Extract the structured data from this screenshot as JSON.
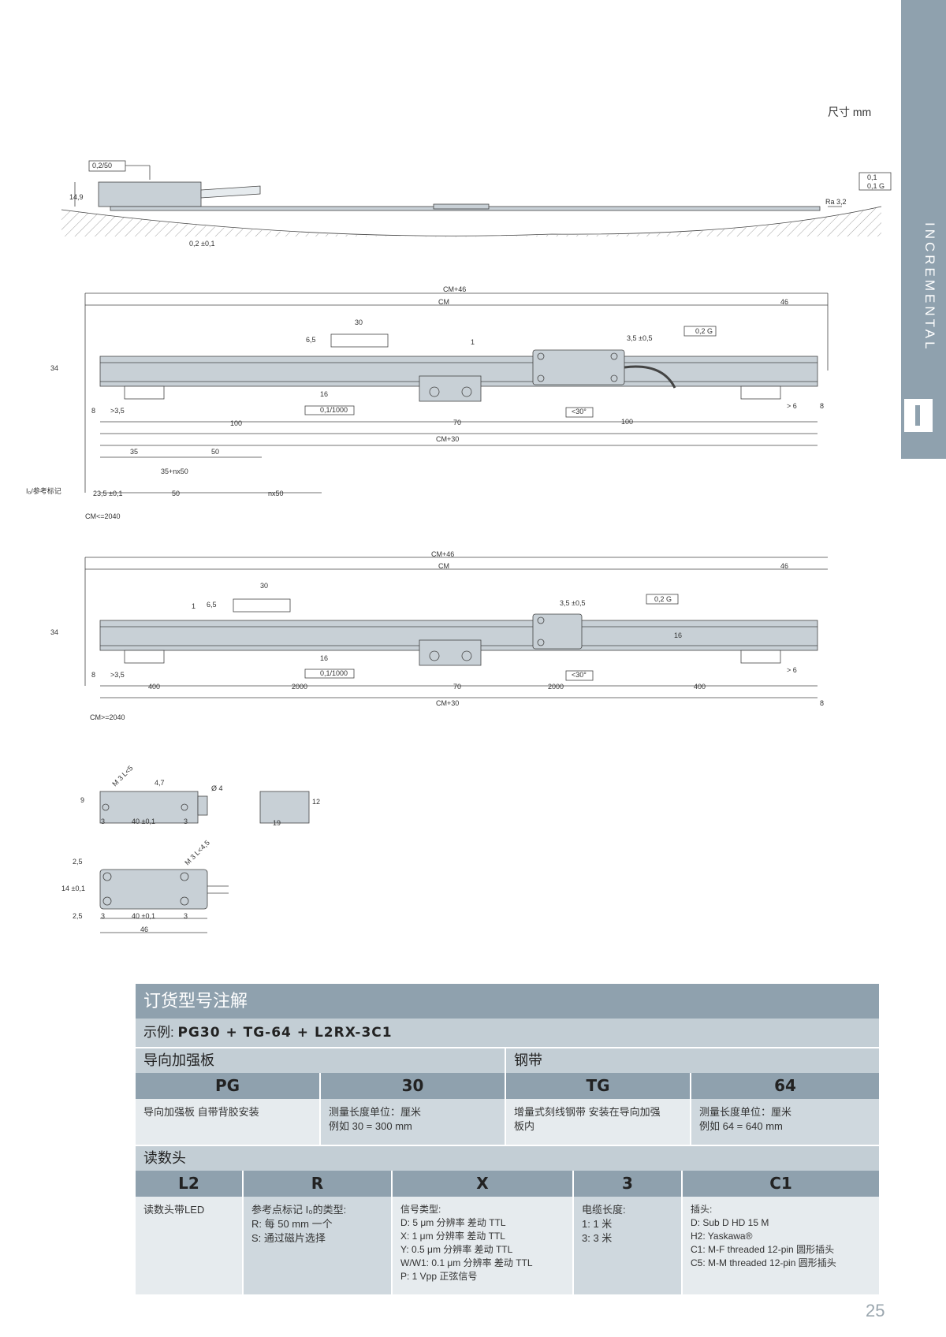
{
  "sidebar": {
    "label": "INCREMENTAL"
  },
  "unit_label": "尺寸 mm",
  "drawing_labels": {
    "flatness": "0,2/50",
    "h149": "14,9",
    "gap": "0,2 ±0,1",
    "tol1": "0,1",
    "tol2": "0,1 G",
    "ra": "Ra 3,2",
    "cm46": "CM+46",
    "cm": "CM",
    "d46": "46",
    "d30": "30",
    "d65": "6,5",
    "d1": "1",
    "d35tol": "3,5 ±0,5",
    "par02g": "0,2 G",
    "d34": "34",
    "d16": "16",
    "ratio": "0,1/1000",
    "d70": "70",
    "ang30": "<30°",
    "d100": "100",
    "gt6": "> 6",
    "d8": "8",
    "gt35": ">3,5",
    "cm30": "CM+30",
    "d35": "35",
    "d50": "50",
    "d35n50": "35+nx50",
    "i0": "I₀/参考标记",
    "d235": "23,5 ±0,1",
    "nx50": "nx50",
    "cmle": "CM<=2040",
    "d400": "400",
    "d2000": "2000",
    "cmge": "CM>=2040",
    "m3": "M 3 L<5",
    "d47": "4,7",
    "o4": "Ø 4",
    "d9": "9",
    "d3": "3",
    "d40": "40 ±0,1",
    "d12": "12",
    "d19": "19",
    "d25": "2,5",
    "d14": "14 ±0,1",
    "m35": "M 3 L<4,5"
  },
  "table": {
    "title": "订货型号注解",
    "example_prefix": "示例: ",
    "example_code": "PG30 + TG-64 + L2RX-3C1",
    "section1": "导向加强板",
    "section2": "钢带",
    "codes1": [
      "PG",
      "30",
      "TG",
      "64"
    ],
    "desc1": [
      [
        "导向加强板 自带背胶安装"
      ],
      [
        "测量长度单位：厘米",
        "例如 30 = 300 mm"
      ],
      [
        "增量式刻线钢带 安装在导向加强",
        "板内"
      ],
      [
        "测量长度单位：厘米",
        "例如 64 = 640 mm"
      ]
    ],
    "section3": "读数头",
    "codes2": [
      "L2",
      "R",
      "X",
      "3",
      "C1"
    ],
    "desc2": [
      [
        "读数头带LED"
      ],
      [
        "参考点标记 I₀的类型:",
        "R: 每 50 mm 一个",
        "S: 通过磁片选择"
      ],
      [
        "信号类型:",
        "D:   5 μm 分辨率 差动 TTL",
        "X:   1 μm 分辨率 差动 TTL",
        "Y:   0.5 μm 分辨率 差动 TTL",
        "W/W1:  0.1 μm 分辨率 差动 TTL",
        "P:   1 Vpp 正弦信号"
      ],
      [
        "电缆长度:",
        "1: 1 米",
        "3: 3 米"
      ],
      [
        "插头:",
        "D:   Sub D HD 15 M",
        "H2:  Yaskawa®",
        "C1:  M-F threaded 12-pin 圆形插头",
        "C5:  M-M threaded 12-pin 圆形插头"
      ]
    ]
  },
  "page_number": "25",
  "colors": {
    "accent": "#8fa1ae",
    "light": "#c3ced5",
    "pale": "#e6ebee",
    "part": "#c8d0d6"
  }
}
